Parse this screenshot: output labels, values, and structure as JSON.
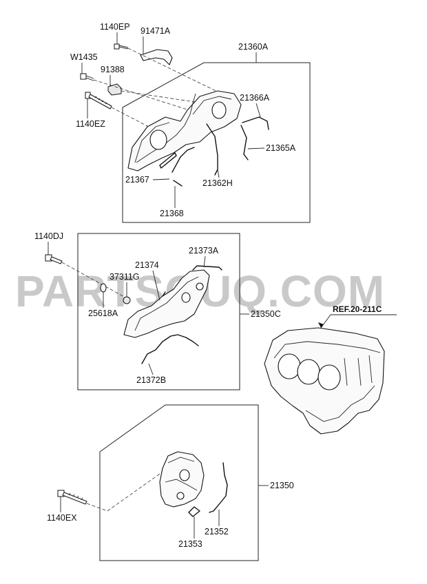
{
  "watermark": "PARTSOUQ.COM",
  "reference": "REF.20-211C",
  "labels": {
    "p1140EP": "1140EP",
    "p91471A": "91471A",
    "pW1435": "W1435",
    "p91388": "91388",
    "p1140EZ": "1140EZ",
    "p21360A": "21360A",
    "p21366A": "21366A",
    "p21365A": "21365A",
    "p21367": "21367",
    "p21362H": "21362H",
    "p21368": "21368",
    "p1140DJ": "1140DJ",
    "p21374": "21374",
    "p21373A": "21373A",
    "p37311G": "37311G",
    "p25618A": "25618A",
    "p21350C": "21350C",
    "p21372B": "21372B",
    "p21350": "21350",
    "p1140EX": "1140EX",
    "p21352": "21352",
    "p21353": "21353"
  }
}
